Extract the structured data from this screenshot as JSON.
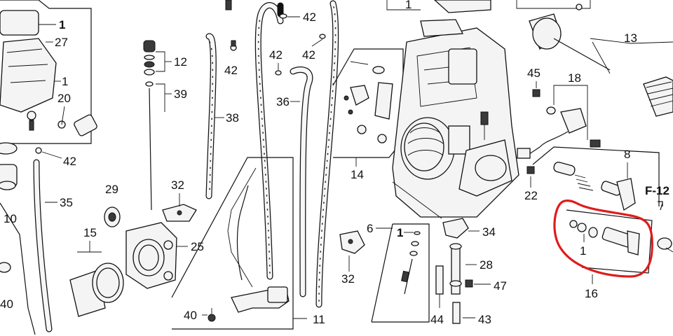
{
  "callouts": {
    "c1_top": "1",
    "c27": "27",
    "c1_left": "1",
    "c20": "20",
    "c42_left": "42",
    "c35": "35",
    "c10": "10",
    "c40_left": "40",
    "c12": "12",
    "c39": "39",
    "c42_mid": "42",
    "c38": "38",
    "c29": "29",
    "c32_mid": "32",
    "c15": "15",
    "c25": "25",
    "c42_a": "42",
    "c42_b": "42",
    "c42_c": "42",
    "c36": "36",
    "c40_bot": "40",
    "c11": "11",
    "c1_topmid": "1",
    "c14": "14",
    "c6": "6",
    "c1_six": "1",
    "c32_low": "32",
    "c34": "34",
    "c28": "28",
    "c47": "47",
    "c44": "44",
    "c43": "43",
    "c45": "45",
    "c18": "18",
    "c13": "13",
    "c8": "8",
    "c22": "22",
    "f12": "F-12",
    "c1_red": "1",
    "c16": "16"
  }
}
